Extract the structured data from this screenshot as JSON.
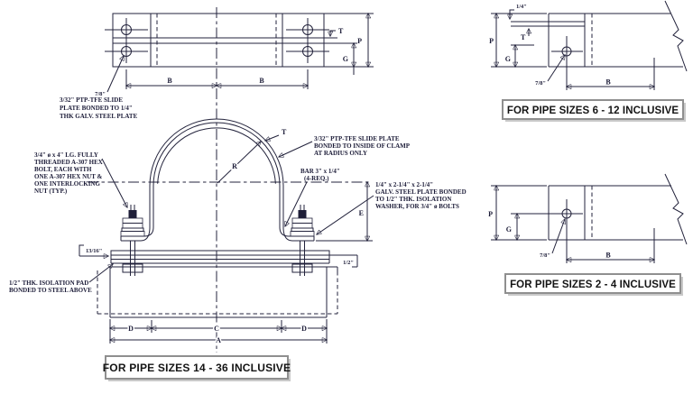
{
  "colors": {
    "line": "#23233c",
    "title_text": "#141414",
    "box_border": "#8f8f8f",
    "background": "#ffffff"
  },
  "plan_view": {
    "dim_78": "7/8\"",
    "callout_slide_plate_lines": [
      "3/32\" PTP-TFE  SLIDE",
      "PLATE BONDED TO 1/4\"",
      "THK GALV. STEEL PLATE"
    ],
    "dim_b1": "B",
    "dim_b2": "B",
    "dim_t": "T",
    "dim_g": "G",
    "dim_p": "P"
  },
  "main_view": {
    "bolt_callout_lines": [
      "3/4\" ø x 4\" LG. FULLY",
      "THREADED A-307 HEX",
      "BOLT, EACH WITH",
      "ONE A-307 HEX NUT &",
      "ONE INTERLOCKING",
      "NUT (TYP.)"
    ],
    "dim_1316": "13/16\"",
    "pad_callout_lines": [
      "1/2\" THK. ISOLATION PAD",
      "BONDED TO STEEL ABOVE"
    ],
    "slide_callout_lines": [
      "3/32\" PTP-TFE SLIDE PLATE",
      "BONDED TO INSIDE OF CLAMP",
      "AT RADIUS ONLY"
    ],
    "bar_callout_lines": [
      "BAR 3\" x 1/4\"",
      "(4-REQ.)"
    ],
    "plate_callout_lines": [
      "1/4\" x 2-1/4\" x 2-1/4\"",
      "GALV. STEEL PLATE BONDED",
      "TO 1/2\" THK. ISOLATION",
      "WASHER, FOR 3/4\" ø BOLTS"
    ],
    "dim_t": "T",
    "dim_r": "R",
    "dim_e": "E",
    "dim_half": "1/2\"",
    "dim_d1": "D",
    "dim_c": "C",
    "dim_d2": "D",
    "dim_a": "A",
    "title": "FOR PIPE SIZES 14 - 36 INCLUSIVE"
  },
  "detail_6_12": {
    "dim_quarter": "1/4\"",
    "dim_p": "P",
    "dim_t": "T",
    "dim_g": "G",
    "dim_78": "7/8\"",
    "dim_b": "B",
    "title": "FOR PIPE SIZES 6 - 12 INCLUSIVE"
  },
  "detail_2_4": {
    "dim_p": "P",
    "dim_g": "G",
    "dim_78": "7/8\"",
    "dim_b": "B",
    "title": "FOR PIPE SIZES 2 - 4 INCLUSIVE"
  }
}
